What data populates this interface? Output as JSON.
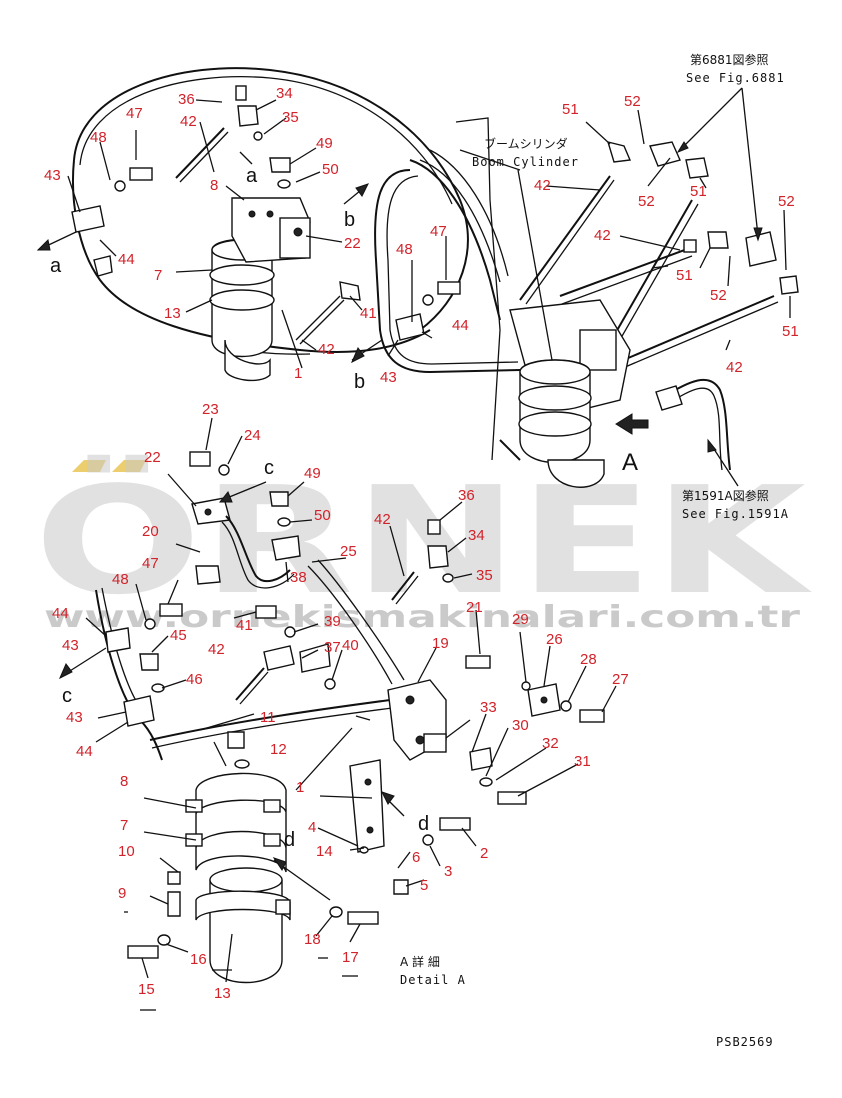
{
  "notes": {
    "fig6881_jp": "第6881図参照",
    "fig6881_en": "See Fig.6881",
    "boom_jp": "ブームシリンダ",
    "boom_en": "Boom Cylinder",
    "fig1591_jp": "第1591A図参照",
    "fig1591_en": "See Fig.1591A",
    "detail_jp": "A 詳 細",
    "detail_en": "Detail A",
    "drawing_code": "PSB2569"
  },
  "watermark": {
    "logo": "ÖRNEK",
    "url": "www.ornekismakinalari.com.tr"
  },
  "colors": {
    "part_number": "#d1232a",
    "line": "#111111",
    "watermark": "#c9c9c9",
    "watermark_dots": "#e8c24a"
  },
  "part_labels": [
    {
      "id": "p36a",
      "text": "36"
    },
    {
      "id": "p34a",
      "text": "34"
    },
    {
      "id": "p42a",
      "text": "42"
    },
    {
      "id": "p35a",
      "text": "35"
    },
    {
      "id": "p47a",
      "text": "47"
    },
    {
      "id": "p48a",
      "text": "48"
    },
    {
      "id": "p49a",
      "text": "49"
    },
    {
      "id": "p43a",
      "text": "43"
    },
    {
      "id": "p8a",
      "text": "8"
    },
    {
      "id": "p50a",
      "text": "50"
    },
    {
      "id": "p22a",
      "text": "22"
    },
    {
      "id": "p44a",
      "text": "44"
    },
    {
      "id": "p7a",
      "text": "7"
    },
    {
      "id": "p13a",
      "text": "13"
    },
    {
      "id": "p41a",
      "text": "41"
    },
    {
      "id": "p42b",
      "text": "42"
    },
    {
      "id": "p1a",
      "text": "1"
    },
    {
      "id": "p51a",
      "text": "51"
    },
    {
      "id": "p52a",
      "text": "52"
    },
    {
      "id": "p42c",
      "text": "42"
    },
    {
      "id": "p52b",
      "text": "52"
    },
    {
      "id": "p51b",
      "text": "51"
    },
    {
      "id": "p42d",
      "text": "42"
    },
    {
      "id": "p52c",
      "text": "52"
    },
    {
      "id": "p48b",
      "text": "48"
    },
    {
      "id": "p47b",
      "text": "47"
    },
    {
      "id": "p51c",
      "text": "51"
    },
    {
      "id": "p52d",
      "text": "52"
    },
    {
      "id": "p44b",
      "text": "44"
    },
    {
      "id": "p51d",
      "text": "51"
    },
    {
      "id": "p43b",
      "text": "43"
    },
    {
      "id": "p42e",
      "text": "42"
    },
    {
      "id": "p23",
      "text": "23"
    },
    {
      "id": "p24",
      "text": "24"
    },
    {
      "id": "p22b",
      "text": "22"
    },
    {
      "id": "p49b",
      "text": "49"
    },
    {
      "id": "p50b",
      "text": "50"
    },
    {
      "id": "p36b",
      "text": "36"
    },
    {
      "id": "p20",
      "text": "20"
    },
    {
      "id": "p42f",
      "text": "42"
    },
    {
      "id": "p34b",
      "text": "34"
    },
    {
      "id": "p25",
      "text": "25"
    },
    {
      "id": "p47c",
      "text": "47"
    },
    {
      "id": "p38",
      "text": "38"
    },
    {
      "id": "p35b",
      "text": "35"
    },
    {
      "id": "p48c",
      "text": "48"
    },
    {
      "id": "p44c",
      "text": "44"
    },
    {
      "id": "p45",
      "text": "45"
    },
    {
      "id": "p41b",
      "text": "41"
    },
    {
      "id": "p39",
      "text": "39"
    },
    {
      "id": "p37",
      "text": "37"
    },
    {
      "id": "p21",
      "text": "21"
    },
    {
      "id": "p43c",
      "text": "43"
    },
    {
      "id": "p42g",
      "text": "42"
    },
    {
      "id": "p19",
      "text": "19"
    },
    {
      "id": "p29",
      "text": "29"
    },
    {
      "id": "p26",
      "text": "26"
    },
    {
      "id": "p40",
      "text": "40"
    },
    {
      "id": "p28",
      "text": "28"
    },
    {
      "id": "p46",
      "text": "46"
    },
    {
      "id": "p27",
      "text": "27"
    },
    {
      "id": "p43d",
      "text": "43"
    },
    {
      "id": "p11",
      "text": "11"
    },
    {
      "id": "p33",
      "text": "33"
    },
    {
      "id": "p44d",
      "text": "44"
    },
    {
      "id": "p30",
      "text": "30"
    },
    {
      "id": "p12",
      "text": "12"
    },
    {
      "id": "p32",
      "text": "32"
    },
    {
      "id": "p31",
      "text": "31"
    },
    {
      "id": "p8b",
      "text": "8"
    },
    {
      "id": "p1b",
      "text": "1"
    },
    {
      "id": "p7b",
      "text": "7"
    },
    {
      "id": "p4",
      "text": "4"
    },
    {
      "id": "p2",
      "text": "2"
    },
    {
      "id": "p10",
      "text": "10"
    },
    {
      "id": "p14",
      "text": "14"
    },
    {
      "id": "p6",
      "text": "6"
    },
    {
      "id": "p3",
      "text": "3"
    },
    {
      "id": "p5",
      "text": "5"
    },
    {
      "id": "p9",
      "text": "9"
    },
    {
      "id": "p18",
      "text": "18"
    },
    {
      "id": "p17",
      "text": "17"
    },
    {
      "id": "p16",
      "text": "16"
    },
    {
      "id": "p15",
      "text": "15"
    },
    {
      "id": "p13b",
      "text": "13"
    }
  ],
  "ref_letters": [
    {
      "id": "ra1",
      "text": "a"
    },
    {
      "id": "ra2",
      "text": "a"
    },
    {
      "id": "rb1",
      "text": "b"
    },
    {
      "id": "rb2",
      "text": "b"
    },
    {
      "id": "rc1",
      "text": "c"
    },
    {
      "id": "rc2",
      "text": "c"
    },
    {
      "id": "rd1",
      "text": "d"
    },
    {
      "id": "rd2",
      "text": "d"
    },
    {
      "id": "rA",
      "text": "A"
    }
  ]
}
